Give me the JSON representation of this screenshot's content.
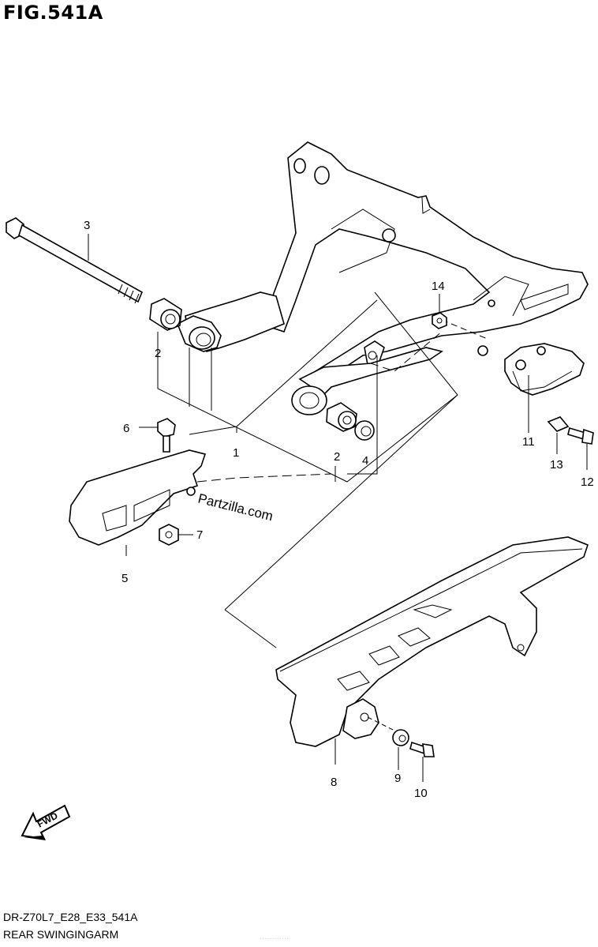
{
  "figure": {
    "title": "FIG.541A",
    "model_code": "DR-Z70L7_E28_E33_541A",
    "name": "REAR SWINGINGARM",
    "footer_fine": "· · · · · · · · · · · ·"
  },
  "watermark": "Partzilla.com",
  "fwd_label": "FWD",
  "callouts": {
    "c1": "1",
    "c2a": "2",
    "c2b": "2",
    "c3": "3",
    "c4": "4",
    "c5": "5",
    "c6": "6",
    "c7": "7",
    "c8": "8",
    "c9": "9",
    "c10": "10",
    "c11": "11",
    "c12": "12",
    "c13": "13",
    "c14": "14"
  }
}
